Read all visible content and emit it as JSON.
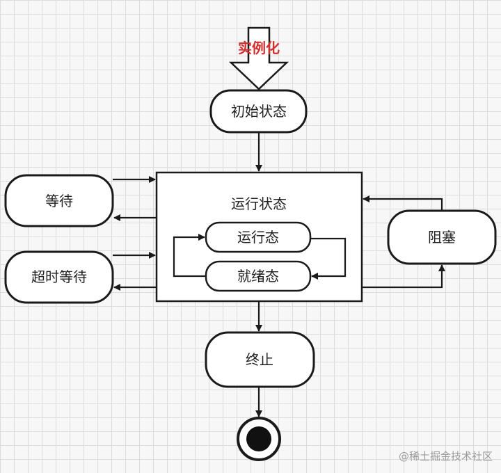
{
  "diagram": {
    "instantiate": "实例化",
    "nodes": {
      "initial": "初始状态",
      "running_state": "运行状态",
      "running": "运行态",
      "ready": "就绪态",
      "waiting": "等待",
      "timed_waiting": "超时等待",
      "blocked": "阻塞",
      "terminated": "终止"
    }
  },
  "watermark": "@稀土掘金技术社区"
}
